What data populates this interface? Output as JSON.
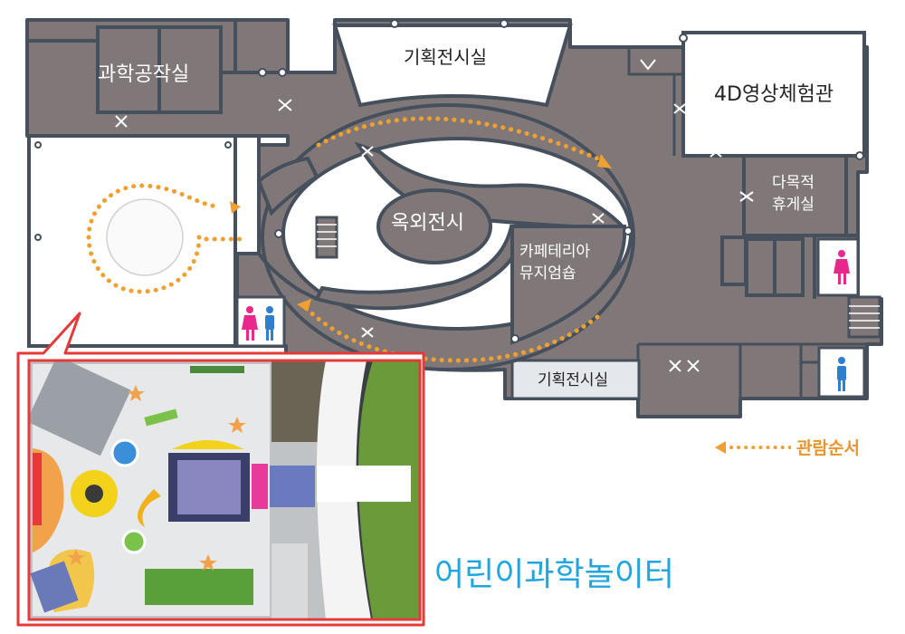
{
  "rooms": {
    "science_workshop": "과학공작실",
    "special_exhibit_top": "기획전시실",
    "experience_4d": "4D영상체험관",
    "rest_area_line1": "다목적",
    "rest_area_line2": "휴게실",
    "outdoor_exhibit": "옥외전시",
    "cafe_line1": "카페테리아",
    "cafe_line2": "뮤지엄숍",
    "special_exhibit_bottom": "기획전시실",
    "kids_playground": "어린이과학놀이터"
  },
  "legend": {
    "viewing_order": "관람순서"
  },
  "colors": {
    "floor": "#807878",
    "wall": "#46505d",
    "room_fill": "#ffffff",
    "light_room": "#e4e8ec",
    "route": "#f0a030",
    "callout": "#e63a3a",
    "kids_title": "#1ea6e0",
    "female": "#e8288a",
    "male": "#2f7fd0"
  },
  "icons": [
    "female-restroom-icon",
    "male-restroom-icon",
    "door-icon",
    "stairs-icon",
    "direction-arrow-icon"
  ]
}
